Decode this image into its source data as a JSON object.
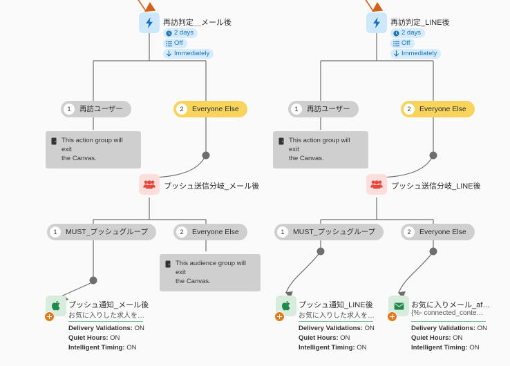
{
  "canvas": {
    "background": "#fafafa",
    "edge_color": "#6e6e6e",
    "incoming_arrow_color": "#d4611a"
  },
  "branches": [
    {
      "id": "mail",
      "delay_node": {
        "title": "再訪判定＿メール後",
        "icon": "lightning-icon",
        "icon_bg": "#cde8fb",
        "pills": [
          {
            "icon": "clock-icon",
            "label": "2 days"
          },
          {
            "icon": "list-icon",
            "label": "Off"
          },
          {
            "icon": "arrow-down-icon",
            "label": "Immediately"
          }
        ]
      },
      "split_1": [
        {
          "num": "1",
          "label": "再訪ユーザー",
          "style": "grey"
        },
        {
          "num": "2",
          "label": "Everyone Else",
          "style": "yellow"
        }
      ],
      "exit_note_1": "This action group will exit\nthe Canvas.",
      "audience_node": {
        "title": "プッシュ送信分岐_メール後",
        "icon": "audience-icon",
        "icon_bg": "#fcdedc"
      },
      "split_2": [
        {
          "num": "1",
          "label": "MUST_プッシュグループ",
          "style": "grey"
        },
        {
          "num": "2",
          "label": "Everyone Else",
          "style": "grey"
        }
      ],
      "exit_note_2": "This audience group will exit\nthe Canvas.",
      "messages": [
        {
          "title": "プッシュ通知_メール後",
          "subtitle": "お気に入りした求人を…",
          "icon": "apple-push-icon",
          "icon_bg": "#d7ecdd",
          "meta": [
            {
              "key": "Delivery Validations:",
              "value": "ON"
            },
            {
              "key": "Quiet Hours:",
              "value": "ON"
            },
            {
              "key": "Intelligent Timing:",
              "value": "ON"
            }
          ]
        }
      ]
    },
    {
      "id": "line",
      "delay_node": {
        "title": "再訪判定_LINE後",
        "icon": "lightning-icon",
        "icon_bg": "#cde8fb",
        "pills": [
          {
            "icon": "clock-icon",
            "label": "2 days"
          },
          {
            "icon": "list-icon",
            "label": "Off"
          },
          {
            "icon": "arrow-down-icon",
            "label": "Immediately"
          }
        ]
      },
      "split_1": [
        {
          "num": "1",
          "label": "再訪ユーザー",
          "style": "grey"
        },
        {
          "num": "2",
          "label": "Everyone Else",
          "style": "yellow"
        }
      ],
      "exit_note_1": "This action group will exit\nthe Canvas.",
      "audience_node": {
        "title": "プッシュ送信分岐_LINE後",
        "icon": "audience-icon",
        "icon_bg": "#fcdedc"
      },
      "split_2": [
        {
          "num": "1",
          "label": "MUST_プッシュグループ",
          "style": "grey"
        },
        {
          "num": "2",
          "label": "Everyone Else",
          "style": "grey"
        }
      ],
      "messages": [
        {
          "title": "プッシュ通知_LINE後",
          "subtitle": "お気に入りした求人を…",
          "icon": "apple-push-icon",
          "icon_bg": "#d7ecdd",
          "meta": [
            {
              "key": "Delivery Validations:",
              "value": "ON"
            },
            {
              "key": "Quiet Hours:",
              "value": "ON"
            },
            {
              "key": "Intelligent Timing:",
              "value": "ON"
            }
          ]
        },
        {
          "title": "お気に入りメール_af…",
          "subtitle": "{%- connected_conte…",
          "icon": "email-icon",
          "icon_bg": "#d7ecdd",
          "meta": [
            {
              "key": "Delivery Validations:",
              "value": "ON"
            },
            {
              "key": "Quiet Hours:",
              "value": "ON"
            },
            {
              "key": "Intelligent Timing:",
              "value": "ON"
            }
          ]
        }
      ]
    }
  ]
}
